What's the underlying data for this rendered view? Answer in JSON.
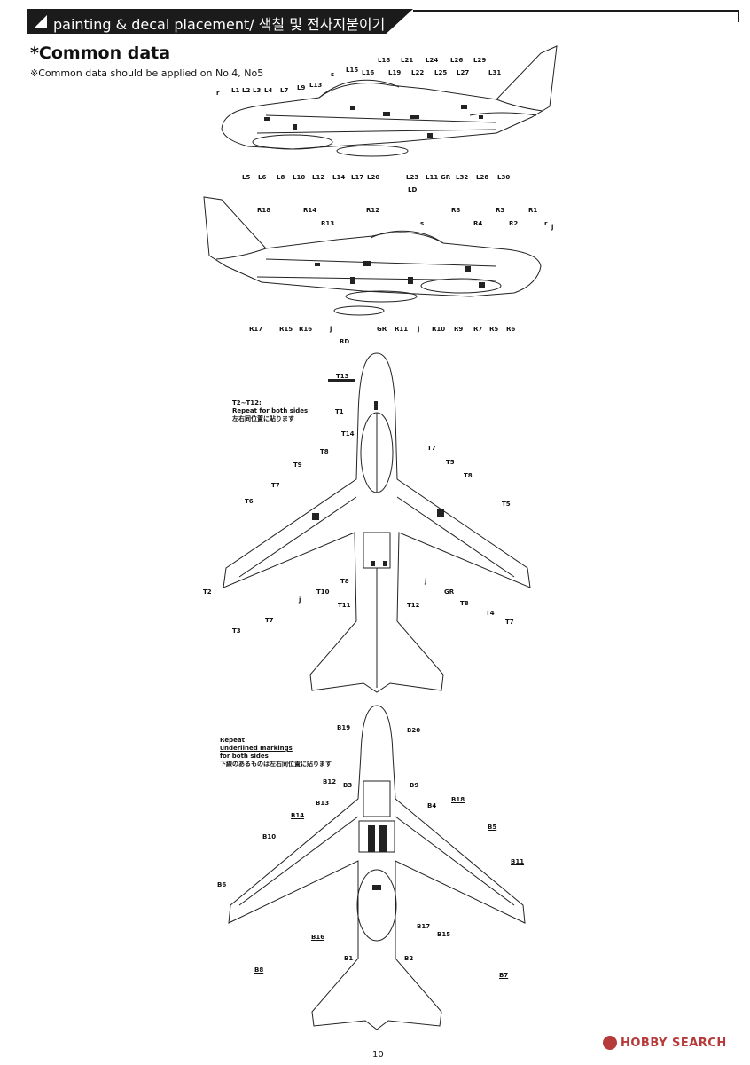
{
  "header": {
    "title": "painting & decal placement/ 색칠 및 전사지붙이기"
  },
  "section": {
    "title": "*Common data",
    "note": "※Common data should be applied on No.4, No5"
  },
  "views": {
    "left_side": {
      "callouts": [
        "r",
        "L1",
        "L2",
        "L3",
        "L4",
        "L7",
        "L9",
        "L13",
        "s",
        "L15",
        "L16",
        "L18",
        "L19",
        "L21",
        "L22",
        "L24",
        "L25",
        "L26",
        "L27",
        "L29",
        "L31",
        "L5",
        "L6",
        "L8",
        "L10",
        "L12",
        "L14",
        "L17",
        "L20",
        "L23",
        "L11",
        "GR",
        "L32",
        "L28",
        "L30",
        "LD"
      ]
    },
    "right_side": {
      "callouts": [
        "R18",
        "R14",
        "R13",
        "R12",
        "s",
        "R8",
        "R4",
        "R3",
        "R2",
        "R1",
        "r",
        "j",
        "R17",
        "R15",
        "R16",
        "j",
        "GR",
        "R11",
        "j",
        "R10",
        "R9",
        "R7",
        "R5",
        "R6",
        "RD"
      ]
    },
    "top": {
      "note_lines": [
        "T2~T12:",
        "Repeat for both sides",
        "左右同位置に貼ります"
      ],
      "callouts": [
        "T13",
        "T1",
        "T14",
        "T8",
        "T9",
        "T7",
        "T6",
        "T2",
        "T3",
        "T7",
        "j",
        "T10",
        "T8",
        "T11",
        "T12",
        "T7",
        "T5",
        "T8",
        "T5",
        "j",
        "GR",
        "T8",
        "T4",
        "T7"
      ]
    },
    "bottom": {
      "note_lines": [
        "Repeat",
        "underlined markings",
        "for both sides",
        "下線のあるものは左右同位置に貼ります"
      ],
      "callouts": [
        "B19",
        "B20",
        "B12",
        "B3",
        "B9",
        "B13",
        "B4",
        "B18",
        "B14",
        "B5",
        "B10",
        "B11",
        "B6",
        "B16",
        "B17",
        "B15",
        "B1",
        "B2",
        "B8",
        "B7"
      ]
    }
  },
  "watermark": "HOBBY SEARCH",
  "page_number": "10"
}
